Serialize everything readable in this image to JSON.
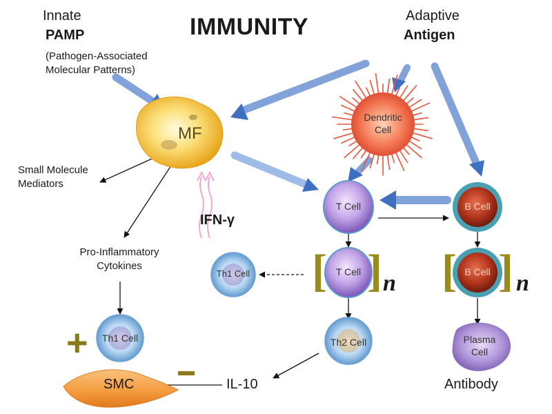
{
  "title": "IMMUNITY",
  "innate": {
    "heading": "Innate",
    "trigger": "PAMP",
    "description_line1": "(Pathogen-Associated",
    "description_line2": "Molecular Patterns)"
  },
  "adaptive": {
    "heading": "Adaptive",
    "trigger": "Antigen"
  },
  "cells": {
    "macrophage": "MF",
    "dendritic_line1": "Dendritic",
    "dendritic_line2": "Cell",
    "t_cell": "T Cell",
    "b_cell": "B Cell",
    "t_cell_expanded": "T Cell",
    "b_cell_expanded": "B Cell",
    "th1_middle": "Th1 Cell",
    "th1_left": "Th1 Cell",
    "th2": "Th2 Cell",
    "plasma_line1": "Plasma",
    "plasma_line2": "Cell",
    "smc": "SMC"
  },
  "labels": {
    "small_molecule_line1": "Small Molecule",
    "small_molecule_line2": "Mediators",
    "ifn": "IFN-γ",
    "pro_inflammatory_line1": "Pro-Inflammatory",
    "pro_inflammatory_line2": "Cytokines",
    "il10": "IL-10",
    "antibody": "Antibody",
    "expansion_symbol": "n",
    "bracket_open": "[",
    "bracket_close": "]"
  },
  "signs": {
    "positive": "+"
  },
  "colors": {
    "flow_arrow": "#3f6fc0",
    "macrophage": "#f3b51a",
    "dendritic": "#e8533a",
    "t_cell": "#9a7ccf",
    "b_cell_nucleus": "#a6311c",
    "b_cell_ring": "#3b8fa0",
    "th_cell": "#7fb3e0",
    "plasma": "#9a78c8",
    "smc": "#f08a2c",
    "bracket": "#9b8a1c",
    "sign": "#8a7a1a",
    "ifn_wave": "#f2a7d6"
  },
  "icons": {
    "cells": "cell-blob-icon",
    "arrows": "flow-arrow-icon"
  }
}
